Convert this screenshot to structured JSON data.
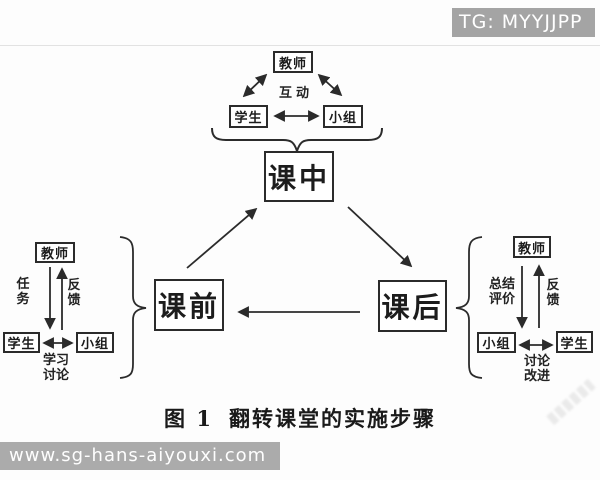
{
  "watermark_top": {
    "text": "TG: MYYJJPP"
  },
  "watermark_bottom": {
    "text": "www.sg-hans-aiyouxi.com"
  },
  "caption": {
    "figure_label": "图 1",
    "title": "翻转课堂的实施步骤"
  },
  "in_class": {
    "phase": "课中",
    "teacher": "教师",
    "student": "学生",
    "group": "小组",
    "interaction": "互动"
  },
  "pre_class": {
    "phase": "课前",
    "teacher": "教师",
    "student": "学生",
    "group": "小组",
    "task": "任务",
    "feedback": "反馈",
    "activity_line1": "学习",
    "activity_line2": "讨论"
  },
  "post_class": {
    "phase": "课后",
    "teacher": "教师",
    "student": "学生",
    "group": "小组",
    "summary_line1": "总结",
    "summary_line2": "评价",
    "feedback": "反馈",
    "activity_line1": "讨论",
    "activity_line2": "改进"
  },
  "colors": {
    "line": "#2b2b2b",
    "watermark_band": "#a8a8a8",
    "background": "#fdfdfd"
  }
}
